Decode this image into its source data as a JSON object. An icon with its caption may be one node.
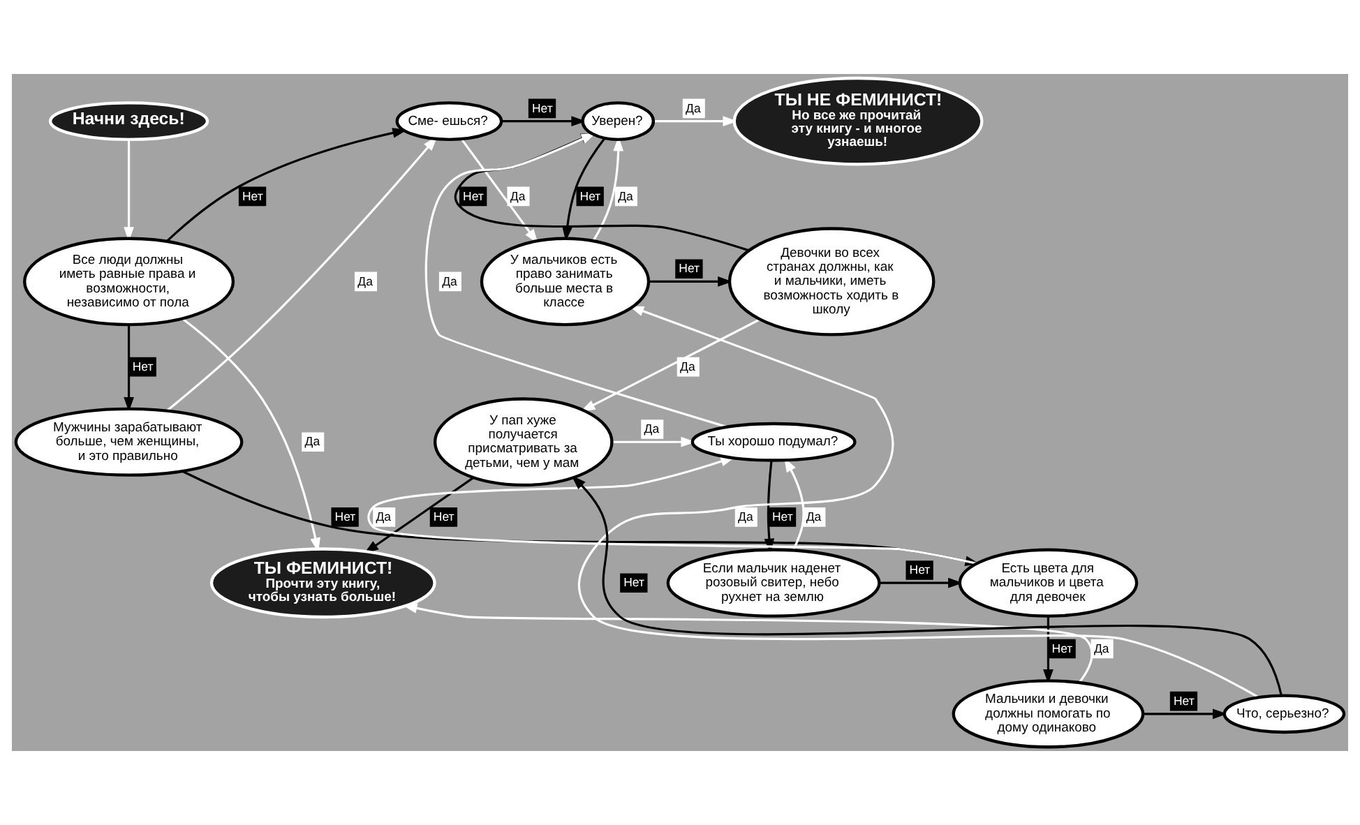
{
  "diagram": {
    "nodes": [
      {
        "text": [
          "Начни здесь!"
        ]
      },
      {
        "text": [
          "Все люди должны иметь равные права и возможности, независимо от пола"
        ]
      },
      {
        "text": [
          "Сме- ешься?"
        ]
      },
      {
        "text": [
          "Уверен?"
        ]
      },
      {
        "text": [
          "ТЫ НЕ ФЕМИНИСТ!",
          "Но все же прочитай эту книгу - и многое узнаешь!"
        ]
      },
      {
        "text": [
          "У мальчиков есть право занимать больше места в классе"
        ]
      },
      {
        "text": [
          "Девочки во всех странах должны, как и мальчики, иметь возможность ходить в школу"
        ]
      },
      {
        "text": [
          "Мужчины зарабатывают больше, чем женщины, и это правильно"
        ]
      },
      {
        "text": [
          "Ты хорошо подумал?"
        ]
      },
      {
        "text": [
          "У пап хуже получается присматривать за детьми, чем у мам"
        ]
      },
      {
        "text": [
          "Если мальчик наденет розовый свитер, небо рухнет на землю"
        ]
      },
      {
        "text": [
          "Есть цвета для мальчиков и цвета для девочек"
        ]
      },
      {
        "text": [
          "Мальчики и девочки должны помогать по дому одинаково"
        ]
      },
      {
        "text": [
          "Что, серьезно?"
        ]
      },
      {
        "text": [
          "ТЫ ФЕМИНИСТ!",
          "Прочти эту книгу, чтобы узнать больше!"
        ]
      }
    ],
    "edges": [
      {
        "from": 0,
        "to": 1,
        "arrow": "to",
        "color": "#ffffff"
      },
      {
        "from": 1,
        "to": 2,
        "arrow": "to",
        "label": "Нет",
        "color": "#000000"
      },
      {
        "from": 1,
        "to": 7,
        "arrow": "to",
        "label": "Нет",
        "color": "#000000"
      },
      {
        "from": 1,
        "to": 14,
        "arrow": "to",
        "label": "Да",
        "color": "#ffffff"
      },
      {
        "from": 2,
        "to": 3,
        "arrow": "to",
        "label": "Нет",
        "color": "#000000"
      },
      {
        "from": 2,
        "to": 5,
        "arrow": "to",
        "label": "Да",
        "color": "#ffffff"
      },
      {
        "from": 3,
        "to": 4,
        "arrow": "to",
        "label": "Да",
        "color": "#ffffff"
      },
      {
        "from": 3,
        "to": 5,
        "arrow": "to",
        "label": "Нет",
        "color": "#000000"
      },
      {
        "from": 5,
        "to": 3,
        "arrow": "to",
        "label": "Да",
        "color": "#ffffff"
      },
      {
        "from": 5,
        "to": 6,
        "arrow": "to",
        "label": "Нет",
        "color": "#000000"
      },
      {
        "from": 6,
        "to": 3,
        "arrow": "to",
        "label": "Нет",
        "color": "#000000"
      },
      {
        "from": 6,
        "to": 9,
        "arrow": "to",
        "label": "Да",
        "color": "#ffffff"
      },
      {
        "from": 7,
        "to": 2,
        "arrow": "to",
        "label": "Да",
        "color": "#ffffff"
      },
      {
        "from": 7,
        "to": 11,
        "arrow": "to",
        "label": "Нет",
        "color": "#000000"
      },
      {
        "from": 8,
        "to": 3,
        "arrow": "to",
        "label": "Да",
        "color": "#ffffff"
      },
      {
        "from": 8,
        "to": 10,
        "arrow": "to",
        "label": "Нет",
        "color": "#000000"
      },
      {
        "from": 9,
        "to": 8,
        "arrow": "to",
        "label": "Да",
        "color": "#ffffff"
      },
      {
        "from": 9,
        "to": 14,
        "arrow": "to",
        "label": "Нет",
        "color": "#000000"
      },
      {
        "from": 10,
        "to": 8,
        "arrow": "to",
        "label": "Да",
        "color": "#ffffff"
      },
      {
        "from": 10,
        "to": 11,
        "arrow": "to",
        "label": "Нет",
        "color": "#000000"
      },
      {
        "from": 11,
        "to": 8,
        "arrow": "to",
        "label": "Да",
        "color": "#ffffff"
      },
      {
        "from": 11,
        "to": 12,
        "arrow": "to",
        "label": "Нет",
        "color": "#000000"
      },
      {
        "from": 12,
        "to": 13,
        "arrow": "to",
        "label": "Нет",
        "color": "#000000"
      },
      {
        "from": 12,
        "to": 14,
        "arrow": "to",
        "label": "Да",
        "color": "#ffffff"
      },
      {
        "from": 13,
        "to": 5,
        "arrow": "to",
        "label": "Да",
        "color": "#ffffff"
      },
      {
        "from": 13,
        "to": 9,
        "arrow": "to",
        "label": "Нет",
        "color": "#000000"
      }
    ]
  }
}
